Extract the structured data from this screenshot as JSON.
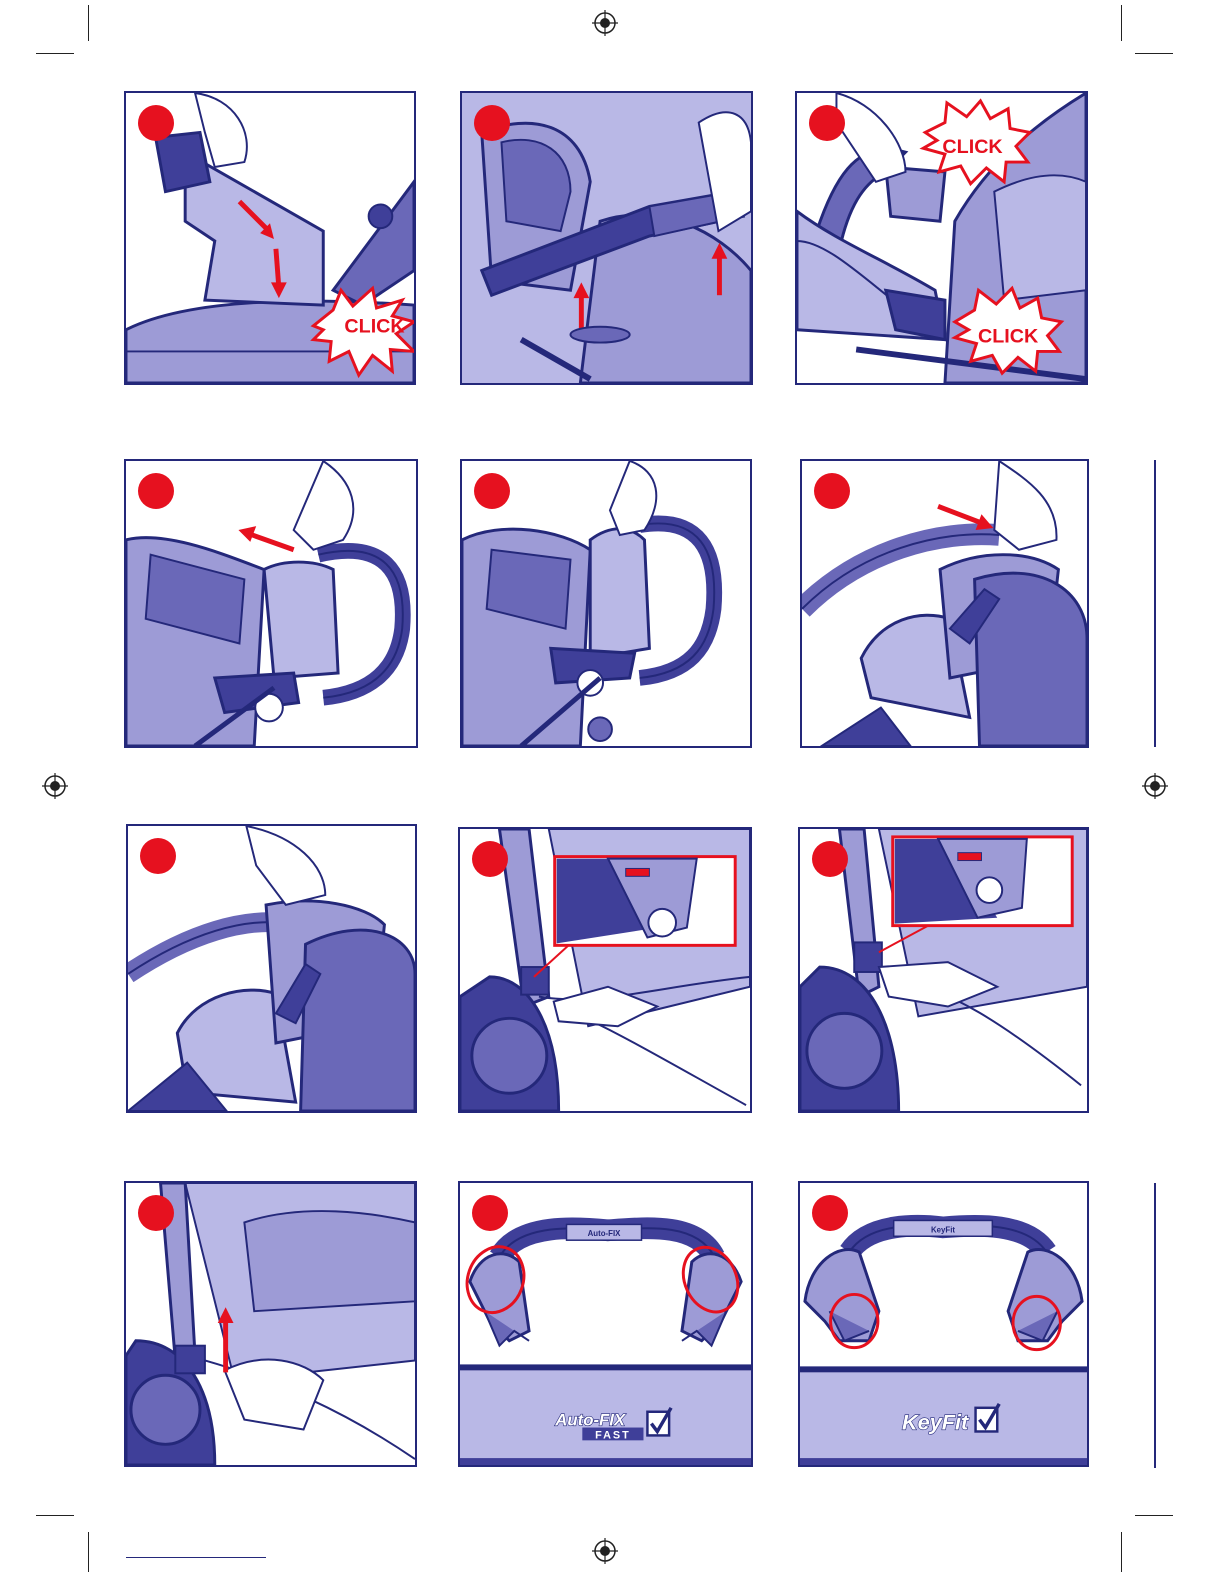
{
  "colors": {
    "outline": "#24287a",
    "fill_light": "#b9b8e6",
    "fill_mid": "#9d9bd6",
    "fill_dark": "#6a68b8",
    "fill_deep": "#3f3f99",
    "accent_red": "#e6111f"
  },
  "panels": [
    {
      "callout": "CLICK"
    },
    {},
    {
      "callout_top": "CLICK",
      "callout_bottom": "CLICK"
    },
    {},
    {},
    {},
    {},
    {},
    {},
    {},
    {
      "brand_line1": "Auto-FIX",
      "brand_line2": "FAST",
      "handle_label": "Auto-FIX"
    },
    {
      "brand_line1": "KeyFit",
      "handle_label": "KeyFit"
    }
  ],
  "icons": {
    "registration_mark": "registration-mark-icon",
    "check": "check-mark-icon"
  }
}
